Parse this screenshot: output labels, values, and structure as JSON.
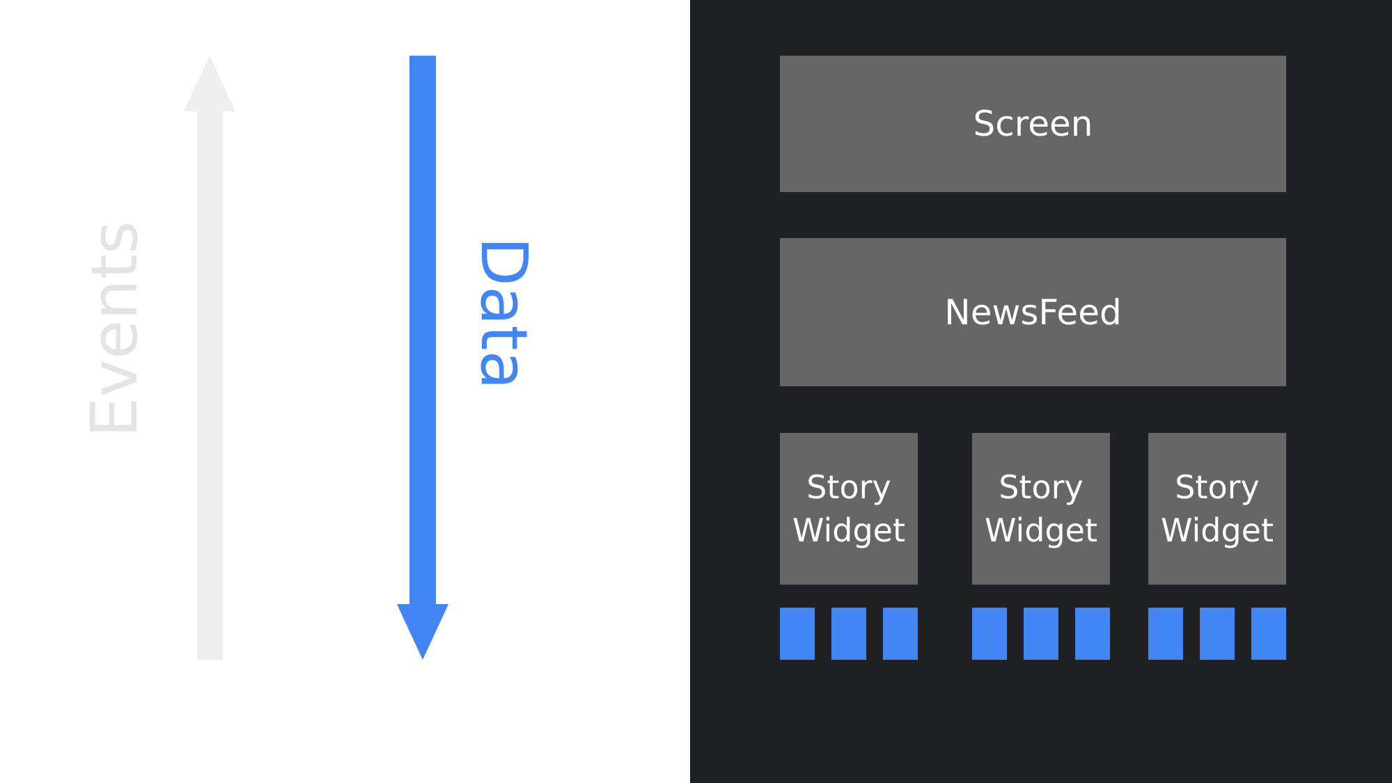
{
  "colors": {
    "events_arrow": "#eeeeee",
    "events_text": "#e4e4e4",
    "data_accent": "#4285f4",
    "panel_background": "#202124",
    "box_fill": "#666666",
    "box_text": "#ffffff"
  },
  "arrows": {
    "events": {
      "label": "Events",
      "direction": "up"
    },
    "data": {
      "label": "Data",
      "direction": "down"
    }
  },
  "tree": {
    "screen": {
      "label": "Screen"
    },
    "newsfeed": {
      "label": "NewsFeed"
    },
    "stories": [
      {
        "line1": "Story",
        "line2": "Widget",
        "children": 3
      },
      {
        "line1": "Story",
        "line2": "Widget",
        "children": 3
      },
      {
        "line1": "Story",
        "line2": "Widget",
        "children": 3
      }
    ]
  }
}
